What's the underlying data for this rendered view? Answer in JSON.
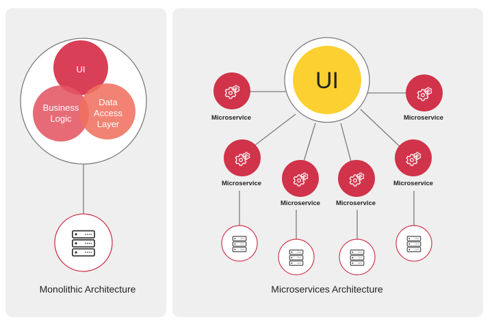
{
  "monolith": {
    "venn": {
      "ui": "UI",
      "business_logic": [
        "Business",
        "Logic"
      ],
      "data_access": [
        "Data",
        "Access",
        "Layer"
      ]
    },
    "caption": "Monolithic Architecture"
  },
  "microservices": {
    "hub_label": "UI",
    "service_label": "Microservice",
    "caption": "Microservices Architecture"
  },
  "colors": {
    "panel": "#efefef",
    "hub": "#fcd031",
    "service": "#d0334a",
    "venn_ui": "#d7354e",
    "venn_business": "#e35664",
    "venn_data": "#f07160",
    "line": "#7a7a7a",
    "ring": "#d0334a"
  },
  "icons": [
    "gear-icon",
    "server-icon"
  ]
}
